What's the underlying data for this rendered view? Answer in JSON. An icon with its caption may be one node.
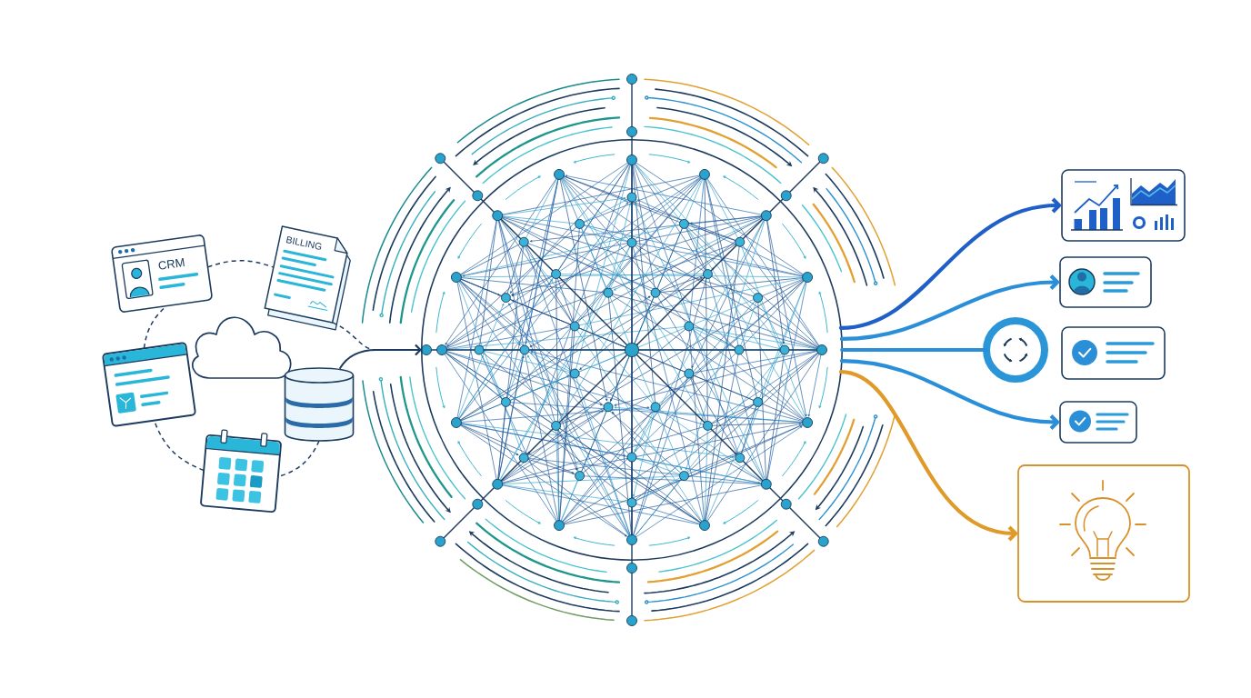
{
  "diagram": {
    "nodes": [
      {
        "text": [
          "CRM"
        ]
      },
      {
        "text": [
          "BILLING"
        ]
      },
      {
        "text": [],
        "shape": "cloud"
      },
      {
        "text": [],
        "shape": "picture"
      },
      {
        "text": [],
        "shape": "cylinder"
      },
      {
        "text": [],
        "shape": "picture"
      },
      {
        "text": [],
        "shape": "circle"
      },
      {
        "text": [],
        "shape": "box"
      },
      {
        "text": [],
        "shape": "box"
      },
      {
        "text": [],
        "shape": "circle"
      },
      {
        "text": [],
        "shape": "box"
      },
      {
        "text": [],
        "shape": "box"
      },
      {
        "text": [],
        "shape": "box"
      }
    ],
    "edges": [
      {
        "from": 0,
        "to": 1,
        "arrow": "none",
        "style": "dashed"
      },
      {
        "from": 1,
        "to": 6,
        "arrow": "to",
        "style": "dashed"
      },
      {
        "from": 4,
        "to": 6,
        "arrow": "to"
      },
      {
        "from": 4,
        "to": 5,
        "arrow": "none",
        "style": "dashed"
      },
      {
        "from": 5,
        "to": 3,
        "arrow": "none",
        "style": "dashed"
      },
      {
        "from": 3,
        "to": 0,
        "arrow": "none",
        "style": "dashed"
      },
      {
        "from": 6,
        "to": 7,
        "arrow": "to",
        "style": "thick",
        "color": "#1f5fc8"
      },
      {
        "from": 6,
        "to": 8,
        "arrow": "to",
        "style": "thick",
        "color": "#2a8fd8"
      },
      {
        "from": 6,
        "to": 9,
        "arrow": "none",
        "style": "thick",
        "color": "#2a8fd8"
      },
      {
        "from": 6,
        "to": 11,
        "arrow": "to",
        "style": "thick",
        "color": "#2a8fd8"
      },
      {
        "from": 6,
        "to": 12,
        "arrow": "to",
        "style": "thick",
        "color": "#e09a2a"
      }
    ]
  }
}
